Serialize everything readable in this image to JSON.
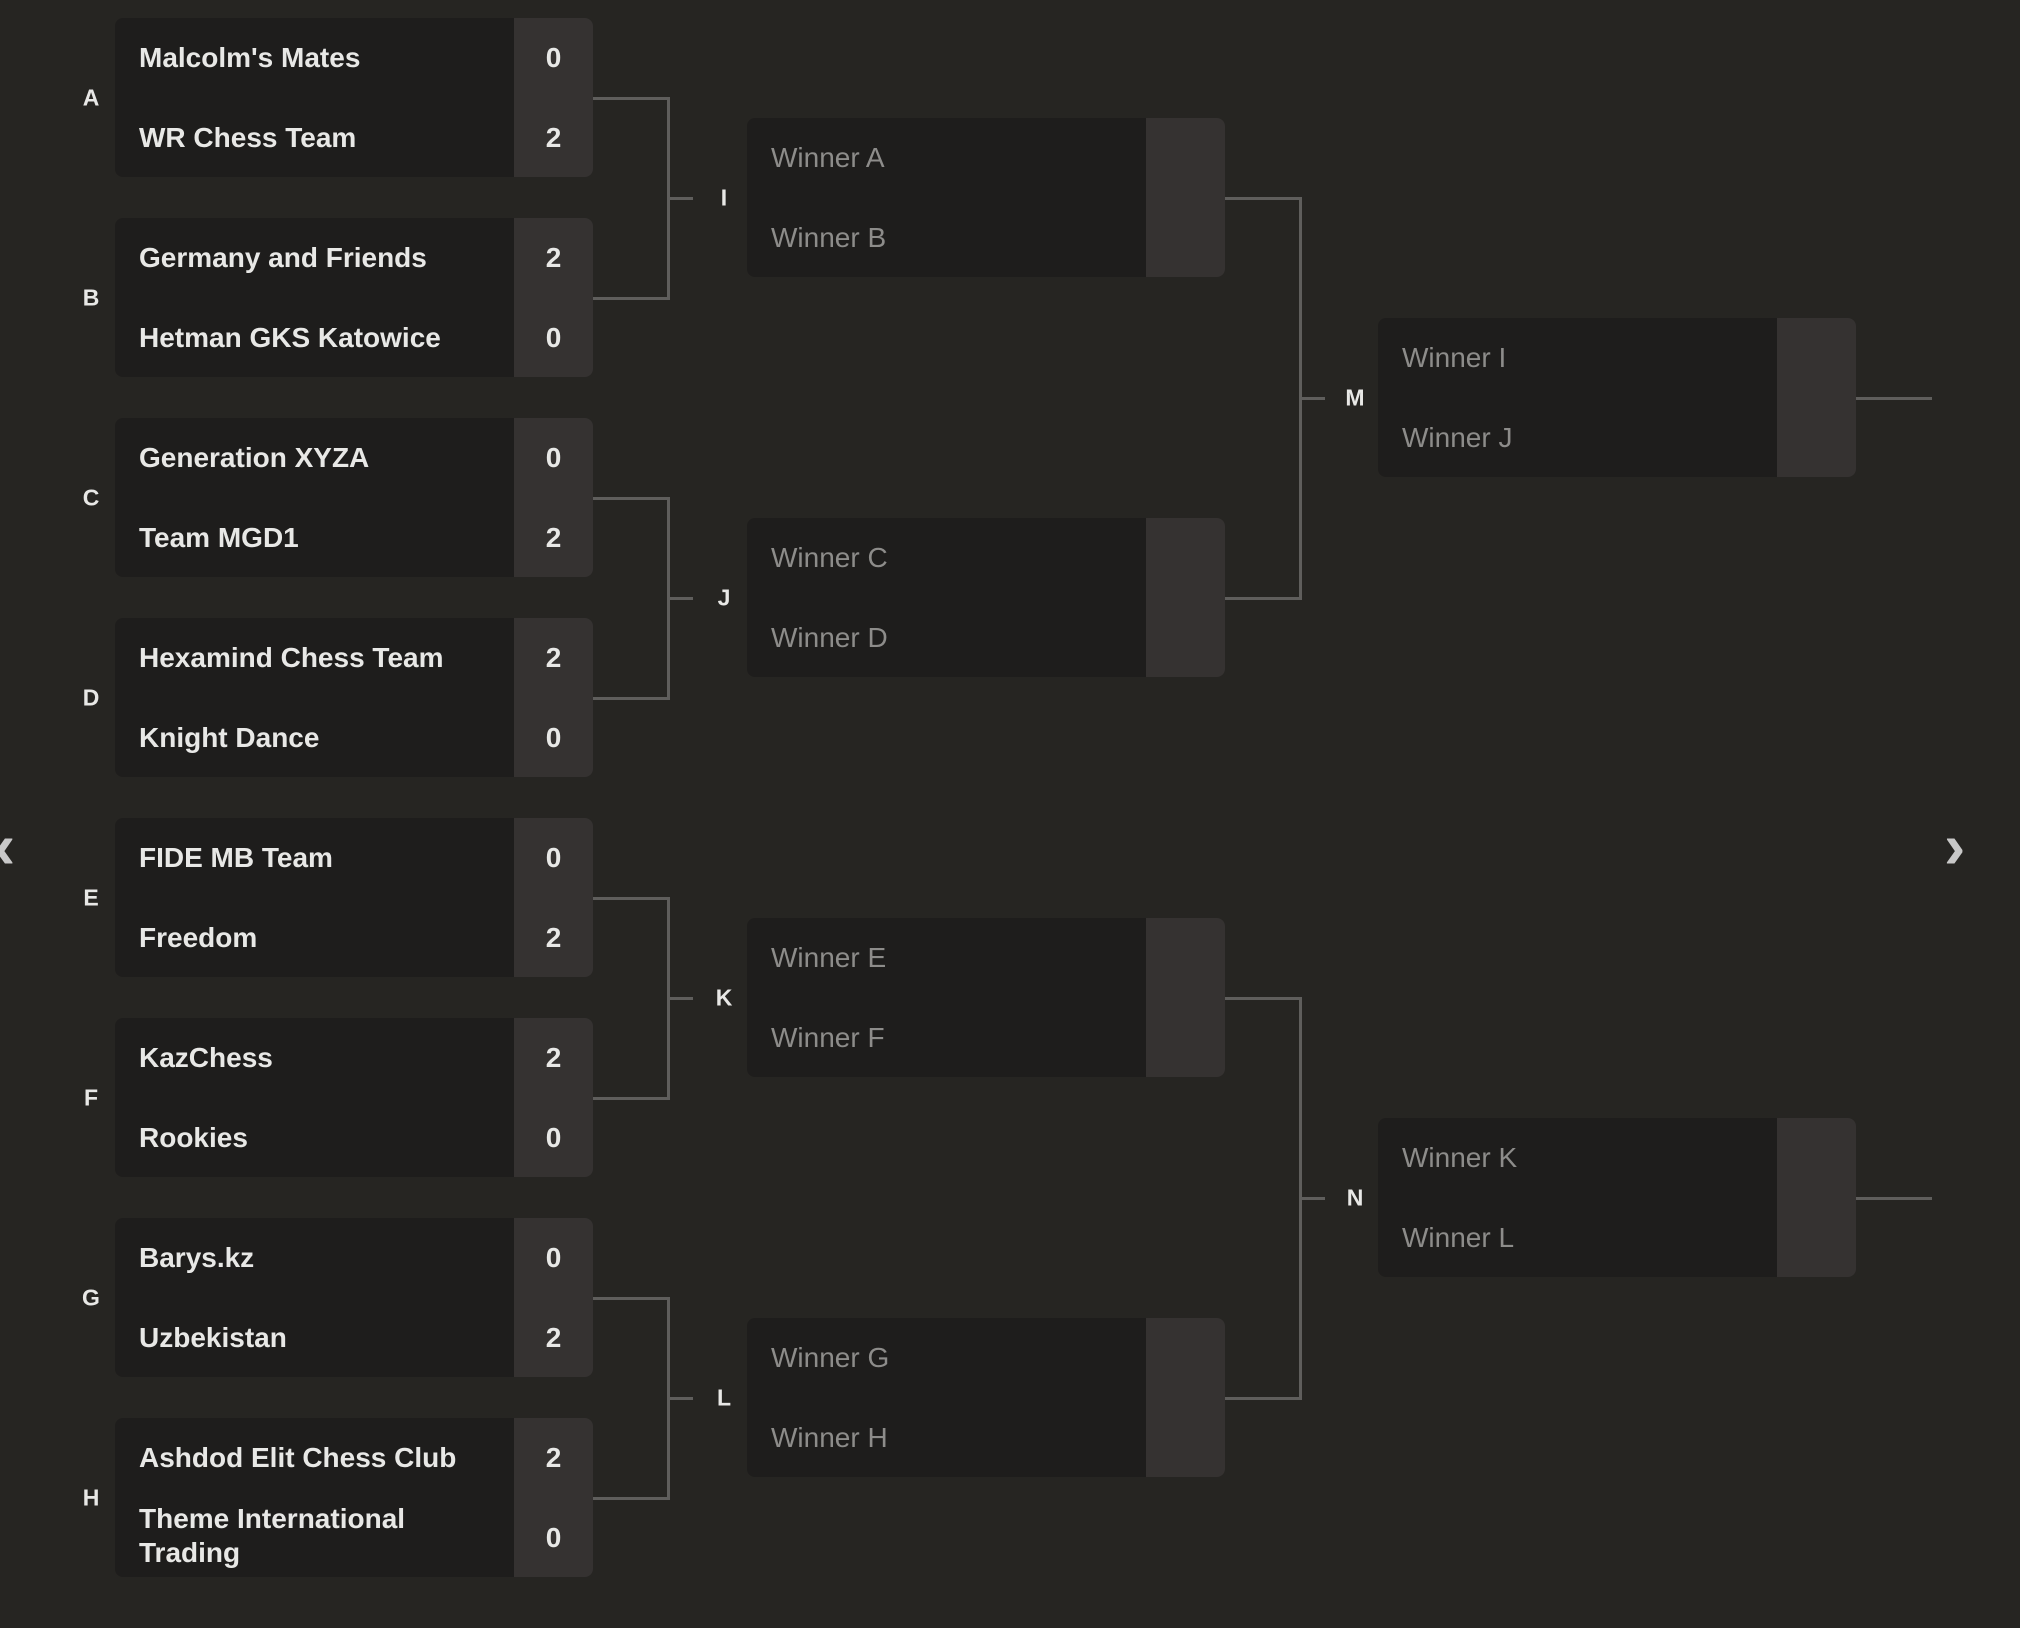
{
  "rounds": [
    [
      {
        "label": "A",
        "teams": [
          {
            "name": "Malcolm's Mates",
            "score": "0"
          },
          {
            "name": "WR Chess Team",
            "score": "2"
          }
        ]
      },
      {
        "label": "B",
        "teams": [
          {
            "name": "Germany and Friends",
            "score": "2"
          },
          {
            "name": "Hetman GKS Katowice",
            "score": "0"
          }
        ]
      },
      {
        "label": "C",
        "teams": [
          {
            "name": "Generation XYZA",
            "score": "0"
          },
          {
            "name": "Team MGD1",
            "score": "2"
          }
        ]
      },
      {
        "label": "D",
        "teams": [
          {
            "name": "Hexamind Chess Team",
            "score": "2"
          },
          {
            "name": "Knight Dance",
            "score": "0"
          }
        ]
      },
      {
        "label": "E",
        "teams": [
          {
            "name": "FIDE MB Team",
            "score": "0"
          },
          {
            "name": "Freedom",
            "score": "2"
          }
        ]
      },
      {
        "label": "F",
        "teams": [
          {
            "name": "KazChess",
            "score": "2"
          },
          {
            "name": "Rookies",
            "score": "0"
          }
        ]
      },
      {
        "label": "G",
        "teams": [
          {
            "name": "Barys.kz",
            "score": "0"
          },
          {
            "name": "Uzbekistan",
            "score": "2"
          }
        ]
      },
      {
        "label": "H",
        "teams": [
          {
            "name": "Ashdod Elit Chess Club",
            "score": "2"
          },
          {
            "name": "Theme International Trading",
            "score": "0"
          }
        ]
      }
    ],
    [
      {
        "label": "I",
        "teams": [
          {
            "name": "Winner A",
            "score": ""
          },
          {
            "name": "Winner B",
            "score": ""
          }
        ]
      },
      {
        "label": "J",
        "teams": [
          {
            "name": "Winner C",
            "score": ""
          },
          {
            "name": "Winner D",
            "score": ""
          }
        ]
      },
      {
        "label": "K",
        "teams": [
          {
            "name": "Winner E",
            "score": ""
          },
          {
            "name": "Winner F",
            "score": ""
          }
        ]
      },
      {
        "label": "L",
        "teams": [
          {
            "name": "Winner G",
            "score": ""
          },
          {
            "name": "Winner H",
            "score": ""
          }
        ]
      }
    ],
    [
      {
        "label": "M",
        "teams": [
          {
            "name": "Winner I",
            "score": ""
          },
          {
            "name": "Winner J",
            "score": ""
          }
        ]
      },
      {
        "label": "N",
        "teams": [
          {
            "name": "Winner K",
            "score": ""
          },
          {
            "name": "Winner L",
            "score": ""
          }
        ]
      }
    ]
  ],
  "nav": {
    "prev_icon": "chevron-left-icon",
    "next_icon": "chevron-right-icon",
    "prev": "‹",
    "next": "›"
  },
  "colors": {
    "background": "#262522",
    "card": "#1e1d1c",
    "score_column": "#353231",
    "connector": "#5f5e5c"
  }
}
